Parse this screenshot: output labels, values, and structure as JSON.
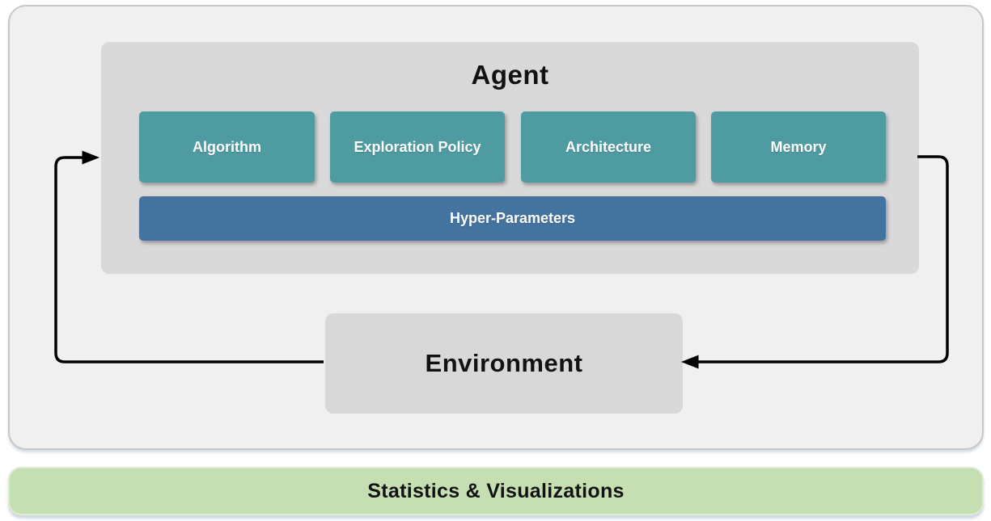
{
  "diagram": {
    "agent": {
      "title": "Agent",
      "components": [
        {
          "label": "Algorithm"
        },
        {
          "label": "Exploration Policy"
        },
        {
          "label": "Architecture"
        },
        {
          "label": "Memory"
        }
      ],
      "hyper_parameters": {
        "label": "Hyper-Parameters"
      }
    },
    "environment": {
      "label": "Environment"
    },
    "footer": {
      "label": "Statistics & Visualizations"
    },
    "arrows": [
      {
        "name": "environment-to-agent",
        "from": "Environment",
        "to": "Agent",
        "side": "left"
      },
      {
        "name": "agent-to-environment",
        "from": "Agent",
        "to": "Environment",
        "side": "right"
      }
    ],
    "colors": {
      "component_teal": "#4f9ba2",
      "hyper_parameters_blue": "#4473a0",
      "footer_green": "#c5dfb2",
      "panel_fill": "#f0f0f1",
      "panel_border": "#c7c7c7",
      "box_gray": "#d9d9d9",
      "arrow": "#000000",
      "label_light": "#ffffff",
      "label_dark": "#121212"
    }
  }
}
